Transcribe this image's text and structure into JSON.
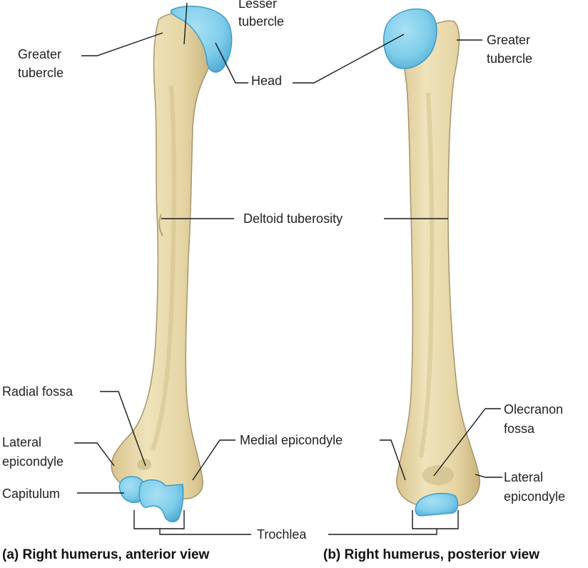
{
  "colors": {
    "bone": "#eadcb0",
    "bone_shade": "#cdb985",
    "bone_outline": "#a8936a",
    "cartilage": "#7fcdea",
    "cartilage_outline": "#3f9cc5",
    "leader": "#1a1a1a"
  },
  "anterior": {
    "caption": "(a) Right humerus, anterior view",
    "labels": {
      "lesser_tubercle_1": "Lesser",
      "lesser_tubercle_2": "tubercle",
      "greater_tubercle_1": "Greater",
      "greater_tubercle_2": "tubercle",
      "head": "Head",
      "deltoid_tuberosity": "Deltoid tuberosity",
      "radial_fossa": "Radial fossa",
      "lateral_epicondyle_1": "Lateral",
      "lateral_epicondyle_2": "epicondyle",
      "capitulum": "Capitulum",
      "medial_epicondyle": "Medial epicondyle",
      "trochlea": "Trochlea"
    }
  },
  "posterior": {
    "caption": "(b) Right humerus, posterior view",
    "labels": {
      "greater_tubercle_1": "Greater",
      "greater_tubercle_2": "tubercle",
      "olecranon_fossa_1": "Olecranon",
      "olecranon_fossa_2": "fossa",
      "lateral_epicondyle_1": "Lateral",
      "lateral_epicondyle_2": "epicondyle"
    }
  }
}
